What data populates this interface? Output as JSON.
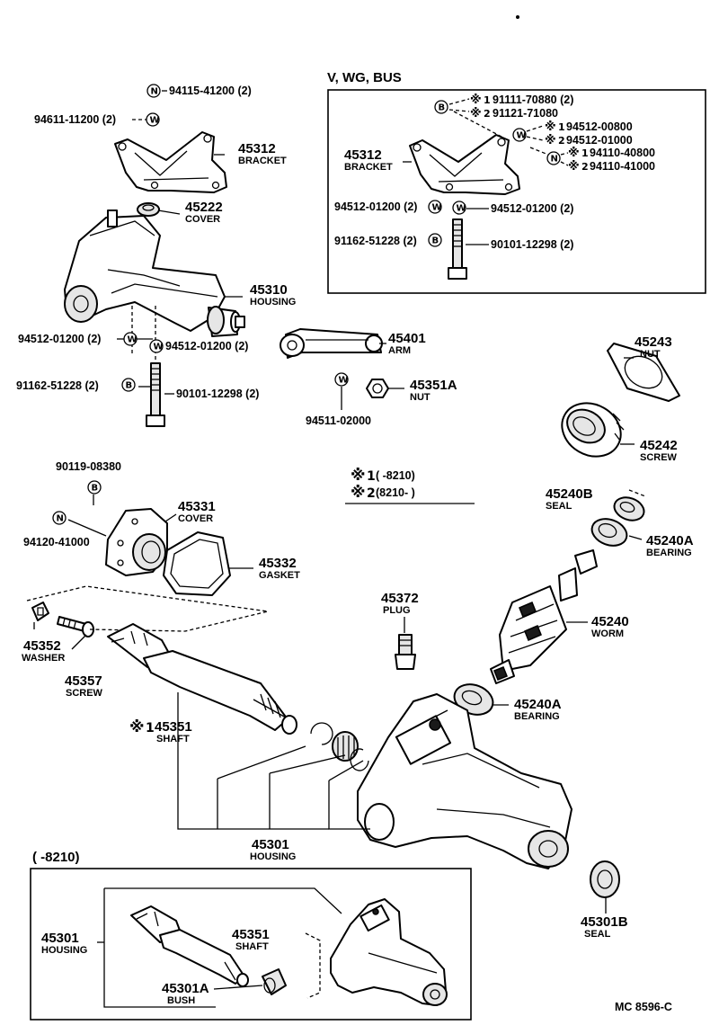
{
  "labels": {
    "p94115": "94115-41200 (2)",
    "p94611": "94611-11200 (2)",
    "p45312": "45312",
    "n45312": "BRACKET",
    "p45222": "45222",
    "n45222": "COVER",
    "p45310": "45310",
    "n45310": "HOUSING",
    "p94512a": "94512-01200 (2)",
    "p94512b": "94512-01200 (2)",
    "p91162": "91162-51228 (2)",
    "p90101": "90101-12298 (2)",
    "p45401": "45401",
    "n45401": "ARM",
    "p45351A": "45351A",
    "n45351A": "NUT",
    "p94511": "94511-02000",
    "p45243": "45243",
    "n45243": "NUT",
    "p45242": "45242",
    "n45242": "SCREW",
    "p45240B": "45240B",
    "n45240B": "SEAL",
    "p45240A1": "45240A",
    "n45240A1": "BEARING",
    "p45240": "45240",
    "n45240": "WORM",
    "p45240A2": "45240A",
    "n45240A2": "BEARING",
    "p90119": "90119-08380",
    "p94120": "94120-41000",
    "p45331": "45331",
    "n45331": "COVER",
    "p45332": "45332",
    "n45332": "GASKET",
    "p45372": "45372",
    "n45372": "PLUG",
    "p45352": "45352",
    "n45352": "WASHER",
    "p45357": "45357",
    "n45357": "SCREW",
    "p45351": "45351",
    "n45351": "SHAFT",
    "p45301": "45301",
    "n45301": "HOUSING",
    "p45301B": "45301B",
    "n45301B": "SEAL",
    "legend1": "(      -8210)",
    "legend2": "(8210-      )",
    "insetTitle": "(      -8210)",
    "i45301": "45301",
    "in45301": "HOUSING",
    "i45351": "45351",
    "in45351": "SHAFT",
    "i45301A": "45301A",
    "in45301A": "BUSH",
    "footer": "MC  8596-C"
  },
  "box": {
    "title": "V, WG, BUS",
    "r91111": "91111-70880 (2)",
    "r91121": "91121-71080",
    "r94512_00800": "94512-00800",
    "r94512_01000": "94512-01000",
    "r94110_40800": "94110-40800",
    "r94110_41000": "94110-41000",
    "p45312": "45312",
    "n45312": "BRACKET",
    "r94512l": "94512-01200 (2)",
    "r94512r": "94512-01200 (2)",
    "r91162": "91162-51228 (2)",
    "r90101": "90101-12298 (2)"
  },
  "symbols": {
    "n": "N",
    "w": "W",
    "b": "B",
    "star": "※",
    "one": "1",
    "two": "2"
  }
}
